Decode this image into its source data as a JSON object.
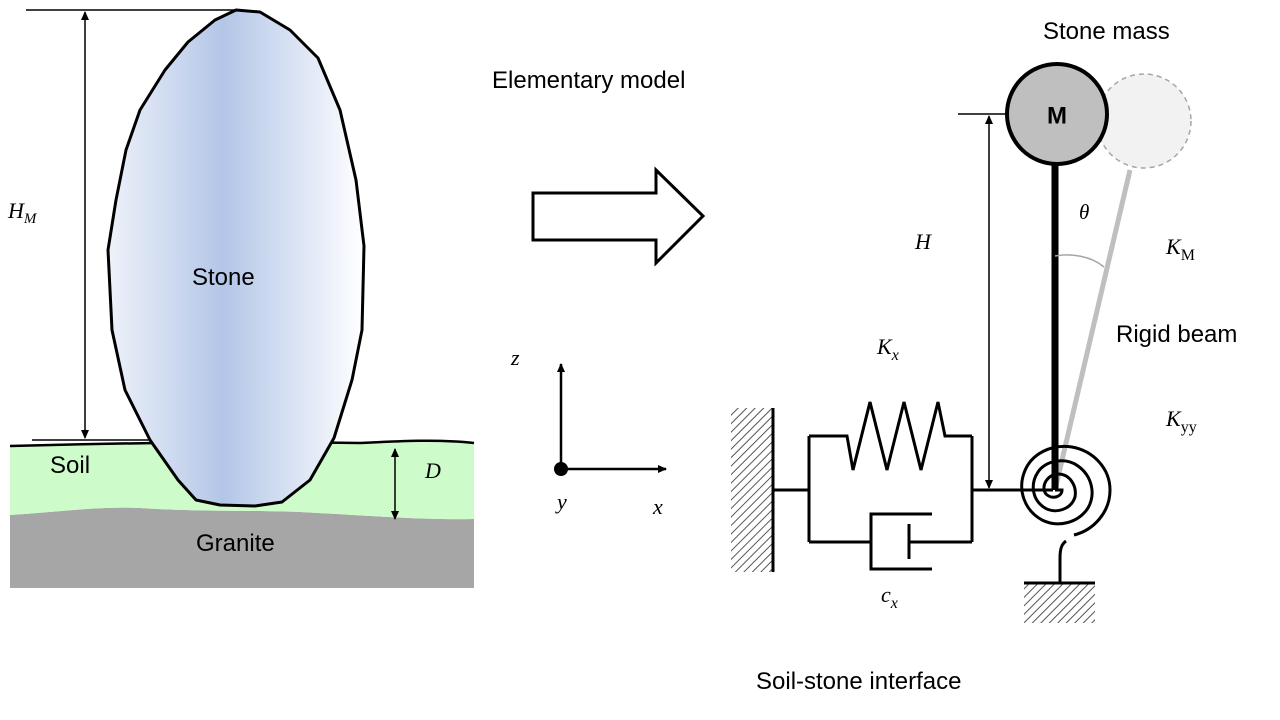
{
  "left_panel": {
    "stone_label": "Stone",
    "soil_label": "Soil",
    "granite_label": "Granite",
    "height_symbol": "H",
    "height_subscript": "M",
    "depth_symbol": "D",
    "colors": {
      "stone_light": "#f8f9fd",
      "stone_blue": "#b3c6e7",
      "soil": "#cdfbc9",
      "granite": "#a6a6a6"
    }
  },
  "arrow": {
    "label": "Elementary model"
  },
  "axes": {
    "z_label": "z",
    "x_label": "x",
    "y_label": "y"
  },
  "model": {
    "stone_mass_label": "Stone mass",
    "mass_symbol": "M",
    "height_symbol": "H",
    "theta_symbol": "θ",
    "km_symbol": "K",
    "km_subscript": "M",
    "rigid_beam_label": "Rigid beam",
    "kx_symbol": "K",
    "kx_subscript": "x",
    "kyy_symbol": "K",
    "kyy_subscript": "yy",
    "cx_symbol": "c",
    "cx_subscript": "x",
    "interface_label": "Soil-stone interface",
    "colors": {
      "mass_fill": "#bfbfbf",
      "ghost_fill": "#f2f2f2",
      "ghost_stroke": "#a6a6a6",
      "beam_tilted": "#bfbfbf"
    }
  }
}
